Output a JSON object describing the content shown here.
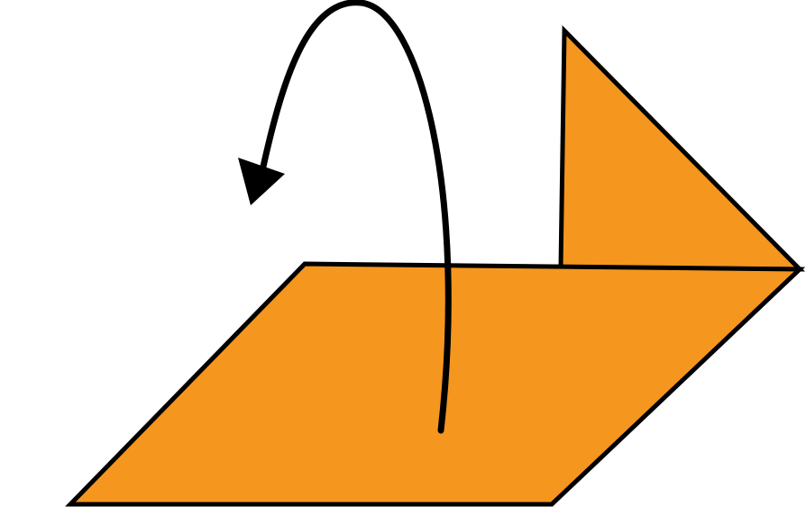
{
  "diagram": {
    "background_color": "#ffffff",
    "paper_fill_color": "#F5961E",
    "outline_color": "#000000",
    "arrow_color": "#000000",
    "arrow_direction": "counter-clockwise",
    "folded_flap_shape": "triangle",
    "base_shape": "parallelogram"
  }
}
